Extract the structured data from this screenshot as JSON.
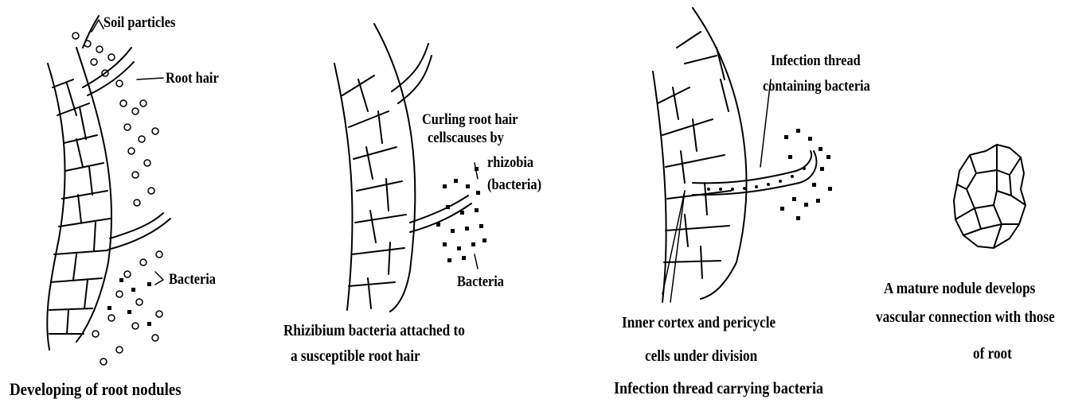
{
  "panels": {
    "p1": {
      "caption": "Developing of root nodules",
      "labels": {
        "soil": "Soil particles",
        "hair": "Root hair",
        "bacteria": "Bacteria"
      }
    },
    "p2": {
      "caption_line1": "Rhizibium bacteria attached to",
      "caption_line2": "a susceptible root hair",
      "labels": {
        "curl1": "Curling root hair",
        "curl2": "cellscauses by",
        "curl3": "rhizobia",
        "curl4": "(bacteria)",
        "bacteria": "Bacteria"
      }
    },
    "p3": {
      "labels": {
        "thread1": "Infection thread",
        "thread2": "containing bacteria",
        "cortex1": "Inner cortex and pericycle",
        "cortex2": "cells  under division"
      },
      "caption": "Infection thread carrying bacteria"
    },
    "p4": {
      "caption_line1": "A mature nodule develops",
      "caption_line2": "vascular connection with those",
      "caption_line3": "of  root"
    }
  }
}
